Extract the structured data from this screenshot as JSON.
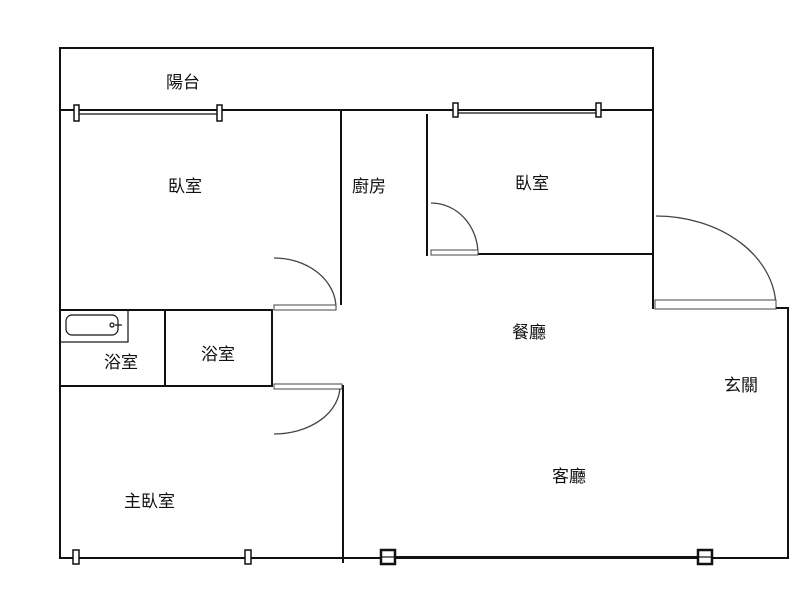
{
  "rooms": {
    "balcony": "陽台",
    "bedroom_left": "臥室",
    "kitchen": "廚房",
    "bedroom_right": "臥室",
    "bath_small": "浴室",
    "bath": "浴室",
    "dining": "餐廳",
    "entrance": "玄關",
    "living": "客廳",
    "master_bedroom": "主臥室"
  }
}
